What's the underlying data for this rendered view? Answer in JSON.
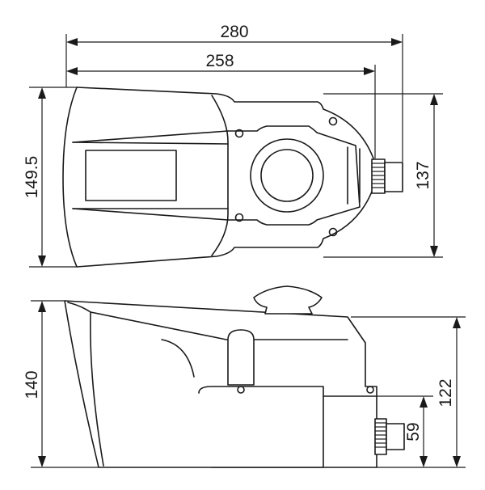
{
  "dimensions": {
    "top_width_overall": "280",
    "top_width_body": "258",
    "top_height_left": "149.5",
    "top_height_right": "137",
    "side_height_left": "140",
    "side_height_right": "122",
    "side_shaft_height": "59"
  }
}
